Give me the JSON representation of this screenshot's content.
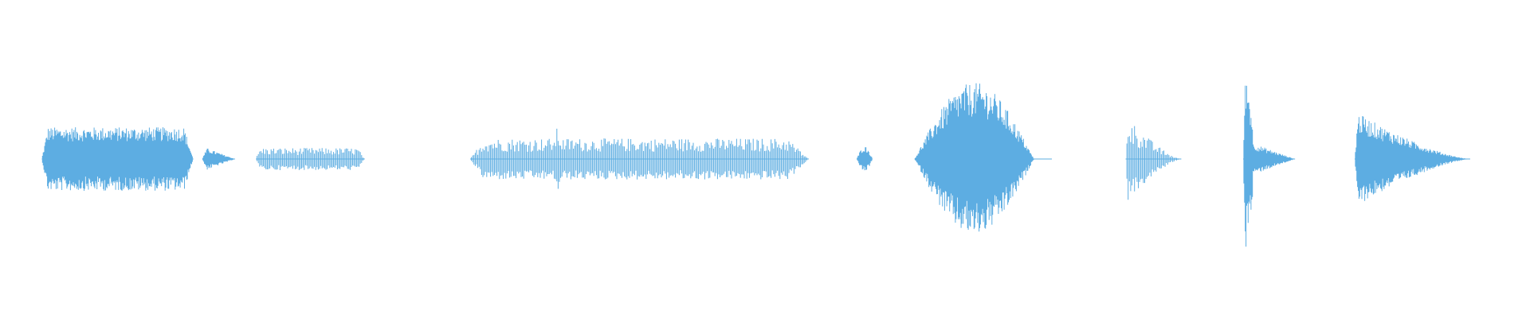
{
  "waveform": {
    "color": "#5dade2",
    "background": "#ffffff",
    "duration_fraction_scale": 1.0,
    "segments": [
      {
        "start": 0.0273,
        "end": 0.1263,
        "amplitude": 0.2,
        "envelope": "plateau",
        "density": "dense"
      },
      {
        "start": 0.1322,
        "end": 0.1536,
        "amplitude": 0.08,
        "envelope": "fade",
        "density": "dense"
      },
      {
        "start": 0.1672,
        "end": 0.2383,
        "amplitude": 0.07,
        "envelope": "plateau",
        "density": "sparse"
      },
      {
        "start": 0.3073,
        "end": 0.5286,
        "amplitude": 0.13,
        "envelope": "plateau",
        "density": "sparse",
        "peak": {
          "at": 0.3646,
          "amplitude": 0.22
        }
      },
      {
        "start": 0.5599,
        "end": 0.5703,
        "amplitude": 0.08,
        "envelope": "bump",
        "density": "dense"
      },
      {
        "start": 0.5977,
        "end": 0.6875,
        "amplitude": 0.48,
        "envelope": "bell",
        "density": "dense"
      },
      {
        "start": 0.7357,
        "end": 0.7721,
        "amplitude": 0.28,
        "envelope": "decay",
        "density": "sparse"
      },
      {
        "start": 0.8125,
        "end": 0.8464,
        "amplitude": 0.68,
        "envelope": "spike",
        "density": "dense"
      },
      {
        "start": 0.8854,
        "end": 0.9609,
        "amplitude": 0.3,
        "envelope": "decay",
        "density": "dense"
      }
    ]
  }
}
